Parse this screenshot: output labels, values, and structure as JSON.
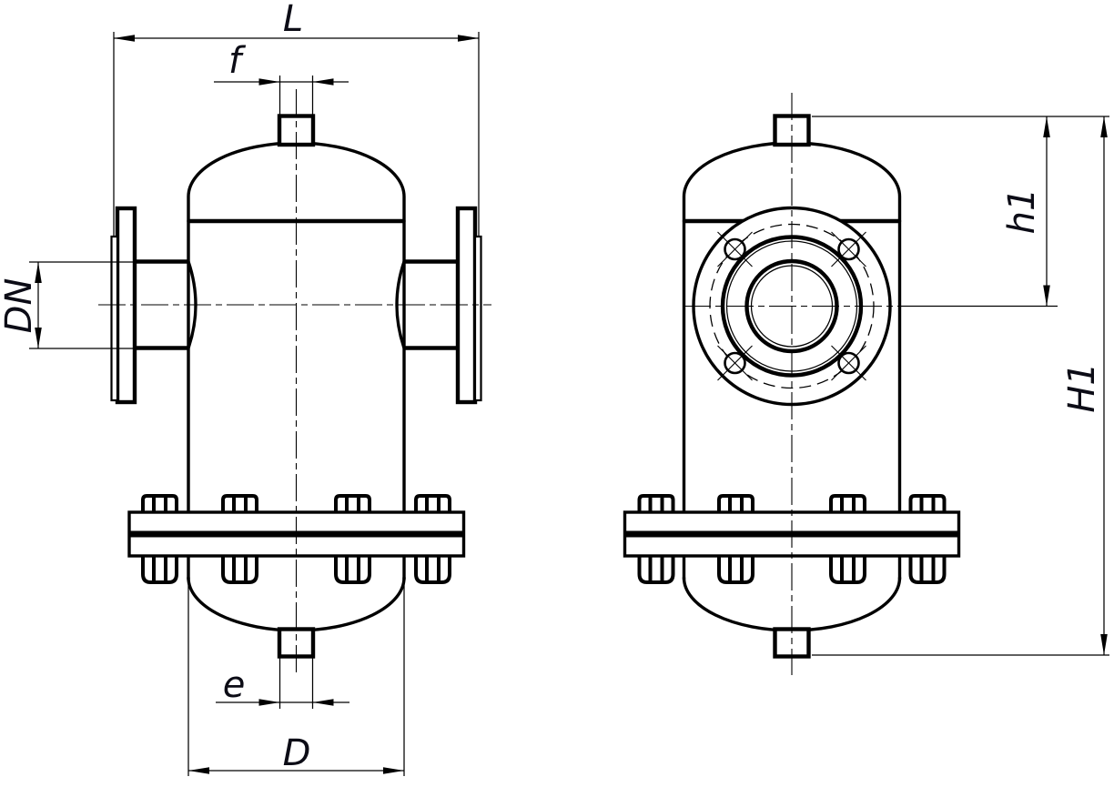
{
  "drawing": {
    "background_color": "#ffffff",
    "line_color": "#000000",
    "label_color": "#0c0c16",
    "views": {
      "front": {
        "name": "front-view"
      },
      "side": {
        "name": "side-view"
      }
    },
    "dimension_labels": {
      "overall_width": "L",
      "top_nozzle_offset": "f",
      "side_nozzle_diameter": "DN",
      "bottom_nozzle_offset": "e",
      "body_diameter": "D",
      "inlet_centerline_height": "h1",
      "overall_height": "H1"
    }
  }
}
